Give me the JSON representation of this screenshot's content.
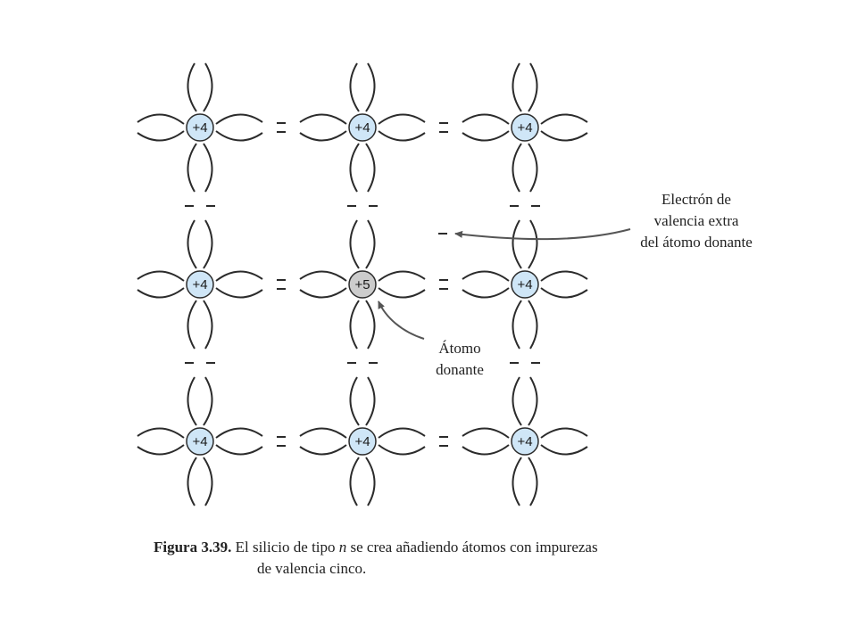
{
  "diagram": {
    "atoms": [
      {
        "charge": "+4",
        "type": "silicon"
      },
      {
        "charge": "+4",
        "type": "silicon"
      },
      {
        "charge": "+4",
        "type": "silicon"
      },
      {
        "charge": "+4",
        "type": "silicon"
      },
      {
        "charge": "+5",
        "type": "donor"
      },
      {
        "charge": "+4",
        "type": "silicon"
      },
      {
        "charge": "+4",
        "type": "silicon"
      },
      {
        "charge": "+4",
        "type": "silicon"
      },
      {
        "charge": "+4",
        "type": "silicon"
      }
    ],
    "colors": {
      "silicon_fill": "#cfe6f7",
      "donor_fill": "#cccccc",
      "line": "#2b2b2b",
      "arrow": "#555555"
    }
  },
  "annotations": {
    "extra_electron": [
      "Electrón de",
      "valencia extra",
      "del átomo donante"
    ],
    "donor_atom": [
      "Átomo",
      "donante"
    ]
  },
  "caption": {
    "figure_label": "Figura 3.39.",
    "text_before": " El silicio de tipo ",
    "italic": "n",
    "text_after": " se crea añadiendo átomos con impurezas",
    "line_2": "de valencia cinco."
  }
}
